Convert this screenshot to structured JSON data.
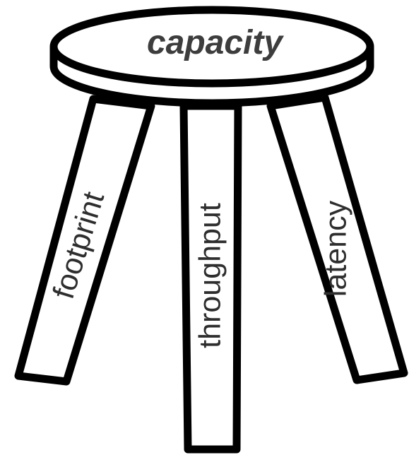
{
  "diagram": {
    "seat": {
      "label": "capacity"
    },
    "legs": [
      {
        "label": "footprint"
      },
      {
        "label": "throughput"
      },
      {
        "label": "latency"
      }
    ]
  }
}
